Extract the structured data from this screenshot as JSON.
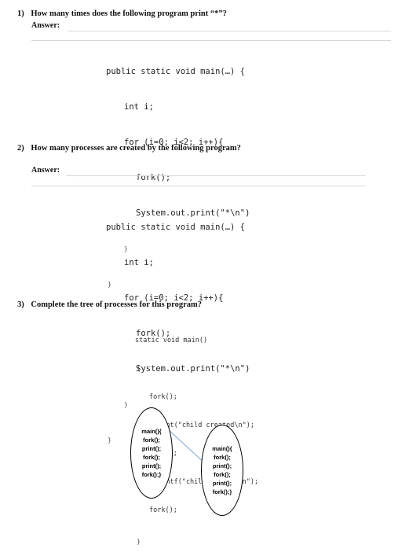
{
  "q1": {
    "number": "1)",
    "question": "How many times does the following program print “*”?",
    "answer_label": "Answer:",
    "code": {
      "l1": "public static void main(…) {",
      "l2": "int i;",
      "l3": "for (i=0; i<2; i++){",
      "l4": "fork();",
      "l5": "System.out.print(\"*\\n\")",
      "l6": "}",
      "l7": "}"
    }
  },
  "q2": {
    "number": "2)",
    "question": "How many processes are created by the following program?",
    "answer_label": "Answer:",
    "code": {
      "l1": "public static void main(…) {",
      "l2": "int i;",
      "l3": "for (i=0; i<2; i++){",
      "l4": "fork();",
      "l5": "System.out.print(\"*\\n\")",
      "l6": "}",
      "l7": "}"
    }
  },
  "q3": {
    "number": "3)",
    "question": "Complete the tree of processes for this program?",
    "code": {
      "l1": "static void main()",
      "l2": "{",
      "l3": "fork();",
      "l4": "print(\"child created\\n\");",
      "l5": "fork();",
      "l6": "printf(\"child created\\n\");",
      "l7": "fork();",
      "l8": "}"
    },
    "tree": {
      "left": [
        "main(){",
        "fork();",
        "print();",
        "fork();",
        "print();",
        "fork();}"
      ],
      "right": [
        "main(){",
        "fork();",
        "print();",
        "fork();",
        "print();",
        "fork();}"
      ]
    }
  }
}
